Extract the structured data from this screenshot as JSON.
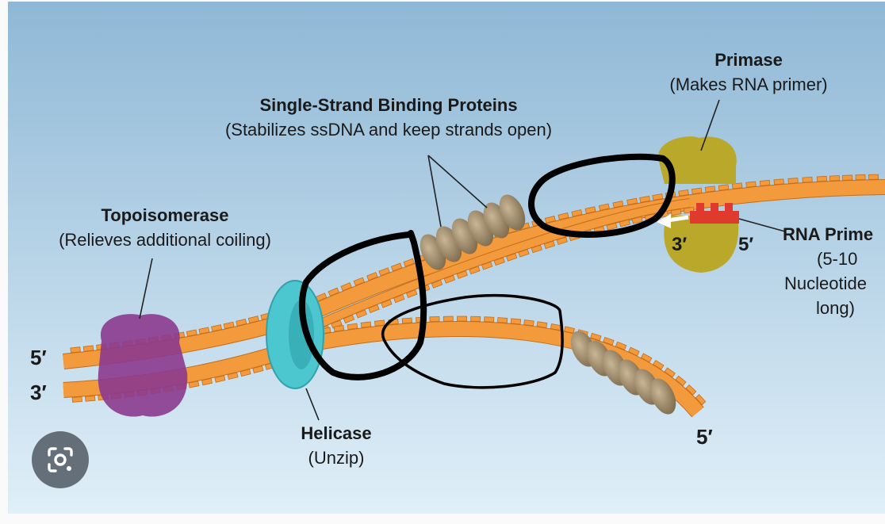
{
  "labels": {
    "primase_title": "Primase",
    "primase_sub": "(Makes RNA primer)",
    "ssb_title": "Single-Strand Binding Proteins",
    "ssb_sub": "(Stabilizes ssDNA and keep strands open)",
    "topo_title": "Topoisomerase",
    "topo_sub": "(Relieves additional coiling)",
    "helicase_title": "Helicase",
    "helicase_sub": "(Unzip)",
    "rna_title": "RNA Prime",
    "rna_line1": "(5-10",
    "rna_line2": "Nucleotide",
    "rna_line3": "long)"
  },
  "ends": {
    "left_top": "5′",
    "left_bottom": "3′",
    "lower_strand": "5′",
    "primer_3": "3′",
    "primer_5": "5′"
  },
  "colors": {
    "background_top": "#9ec3dc",
    "background_bottom": "#dcedf7",
    "dna_strand": "#f39a3c",
    "dna_outline": "#c46e1c",
    "topoisomerase": "#8b3a8e",
    "helicase": "#4cc7cf",
    "ssb_protein": "#9f8a6a",
    "primase": "#b9a82a",
    "rna_primer": "#e03a2e",
    "annotation_ink": "#000000"
  },
  "overlay": {
    "visual_search_icon": "lens-icon"
  }
}
